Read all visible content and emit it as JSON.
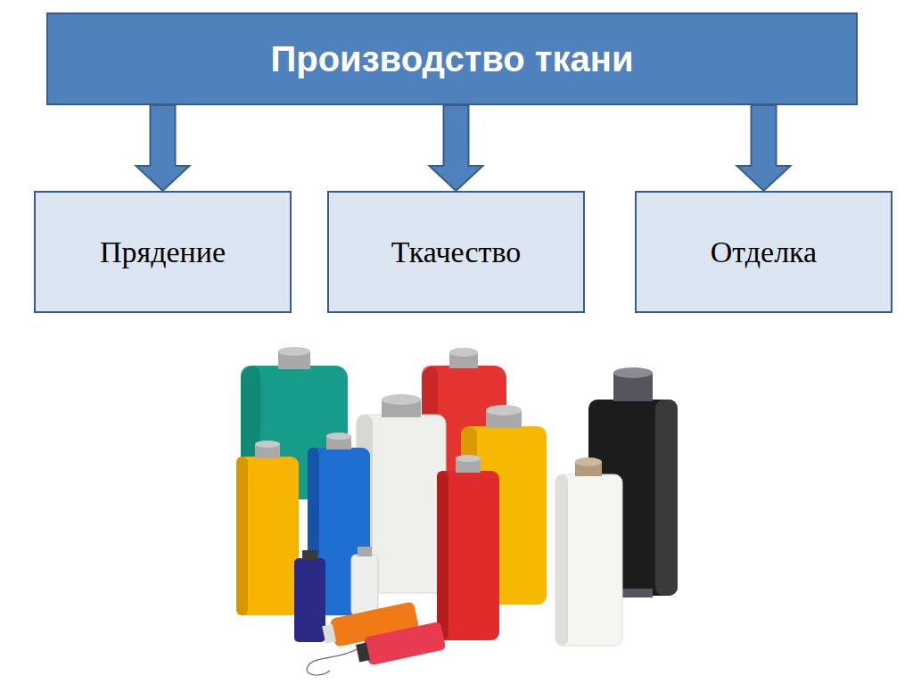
{
  "diagram": {
    "nodes": [
      {
        "text": [
          "Производство ткани"
        ]
      },
      {
        "text": [
          "Прядение"
        ]
      },
      {
        "text": [
          "Ткачество"
        ]
      },
      {
        "text": [
          "Отделка"
        ]
      }
    ],
    "edges": [
      {
        "from": 0,
        "to": 1,
        "arrow": "to"
      },
      {
        "from": 0,
        "to": 2,
        "arrow": "to"
      },
      {
        "from": 0,
        "to": 3,
        "arrow": "to"
      }
    ]
  }
}
